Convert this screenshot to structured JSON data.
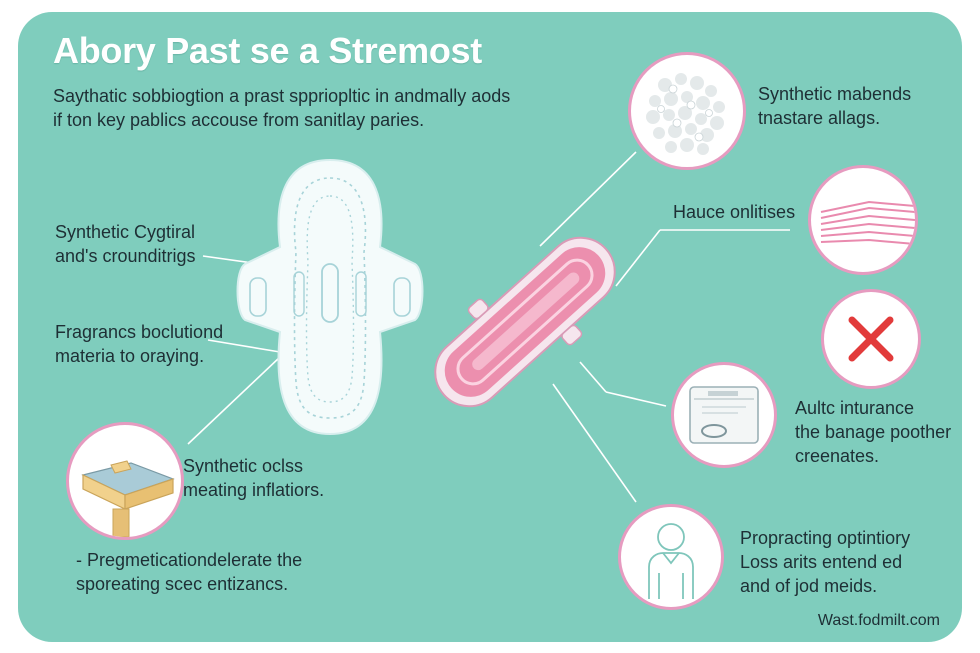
{
  "title": "Abory Past se a Stremost",
  "intro": "Saythatic sobbiogtion a prast sppriopltic in andmally aods\nif ton key pablics accouse from sanitlay paries.",
  "left_labels": [
    {
      "text": "Synthetic Cygtiral\nand's crounditrigs"
    },
    {
      "text": "Fragrancs boclutiond\nmateria to oraying."
    },
    {
      "text": "Synthetic oclss\nmeating inflatiors."
    },
    {
      "text": "- Pregmeticationdelerate the\nsporeating scec entizancs."
    }
  ],
  "right_labels": [
    {
      "text": "Synthetic mabends\ntnastare allags."
    },
    {
      "text": "Hauce onlitises"
    },
    {
      "text": "Aultc inturance\nthe banage poother\ncreenates."
    },
    {
      "text": "Propracting optintiory\nLoss arits entend ed\nand of jod meids."
    }
  ],
  "icons": [
    "fiber-texture-icon",
    "layers-icon",
    "cross-icon",
    "package-icon",
    "person-icon",
    "heating-block-icon"
  ],
  "footer": "Wast.fodmilt.com",
  "colors": {
    "background": "#7fcdbd",
    "accent_pink": "#e69bc0",
    "pad_pink": "#ec8fae",
    "cross_red": "#e23b3b",
    "text": "#1e2f35"
  }
}
